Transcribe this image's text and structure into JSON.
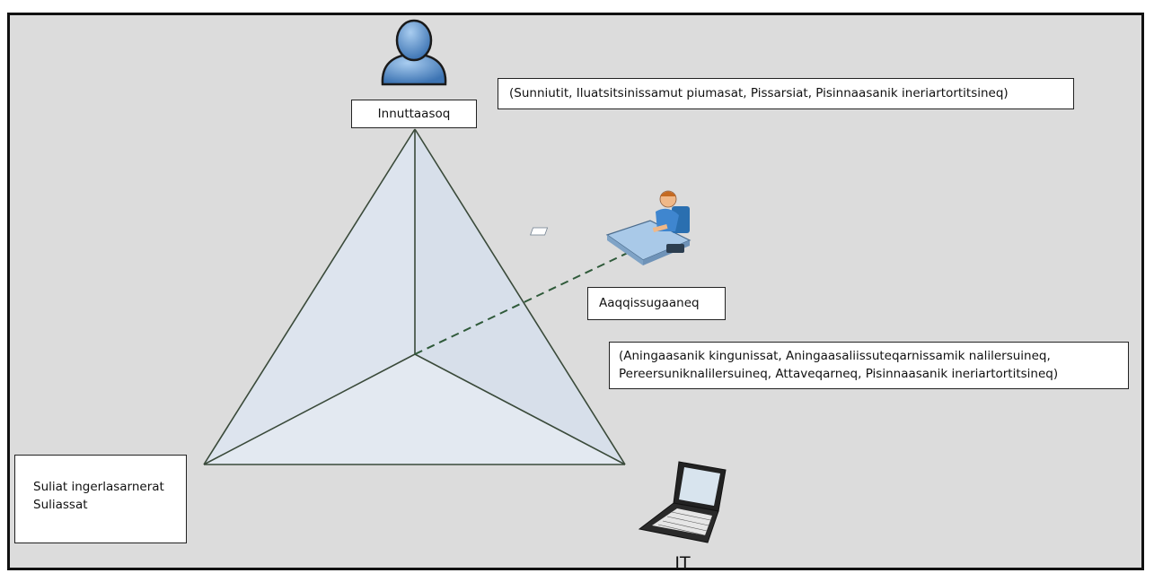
{
  "diagram": {
    "nodes": {
      "innuttaasoq": {
        "label": "Innuttaasoq",
        "icon": "person-icon"
      },
      "aaqqissugaaneq": {
        "label": "Aaqqissugaaneq",
        "icon": "office-worker-icon"
      },
      "suliat": {
        "line1": "Suliat ingerlasarnerat",
        "line2": "Suliassat"
      },
      "it": {
        "label": "IT",
        "icon": "laptop-icon"
      }
    },
    "annotations": {
      "innuttaasoq_list": "(Sunniutit, Iluatsitsinissamut piumasat, Pissarsiat, Pisinnaasanik ineriartortitsineq)",
      "aaqqissugaaneq_list_line1": "(Aningaasanik kingunissat, Aningaasaliissuteqarnissamik nalilersuineq,",
      "aaqqissugaaneq_list_line2": "Pereersuniknalilersuineq, Attaveqarneq, Pisinnaasanik ineriartortitsineq)"
    },
    "colors": {
      "background": "#dcdcdc",
      "frame": "#111111",
      "pyramid_fill": "#dde4ee",
      "pyramid_stroke": "#3a4a3a",
      "person_blue": "#5a8fc8"
    }
  }
}
